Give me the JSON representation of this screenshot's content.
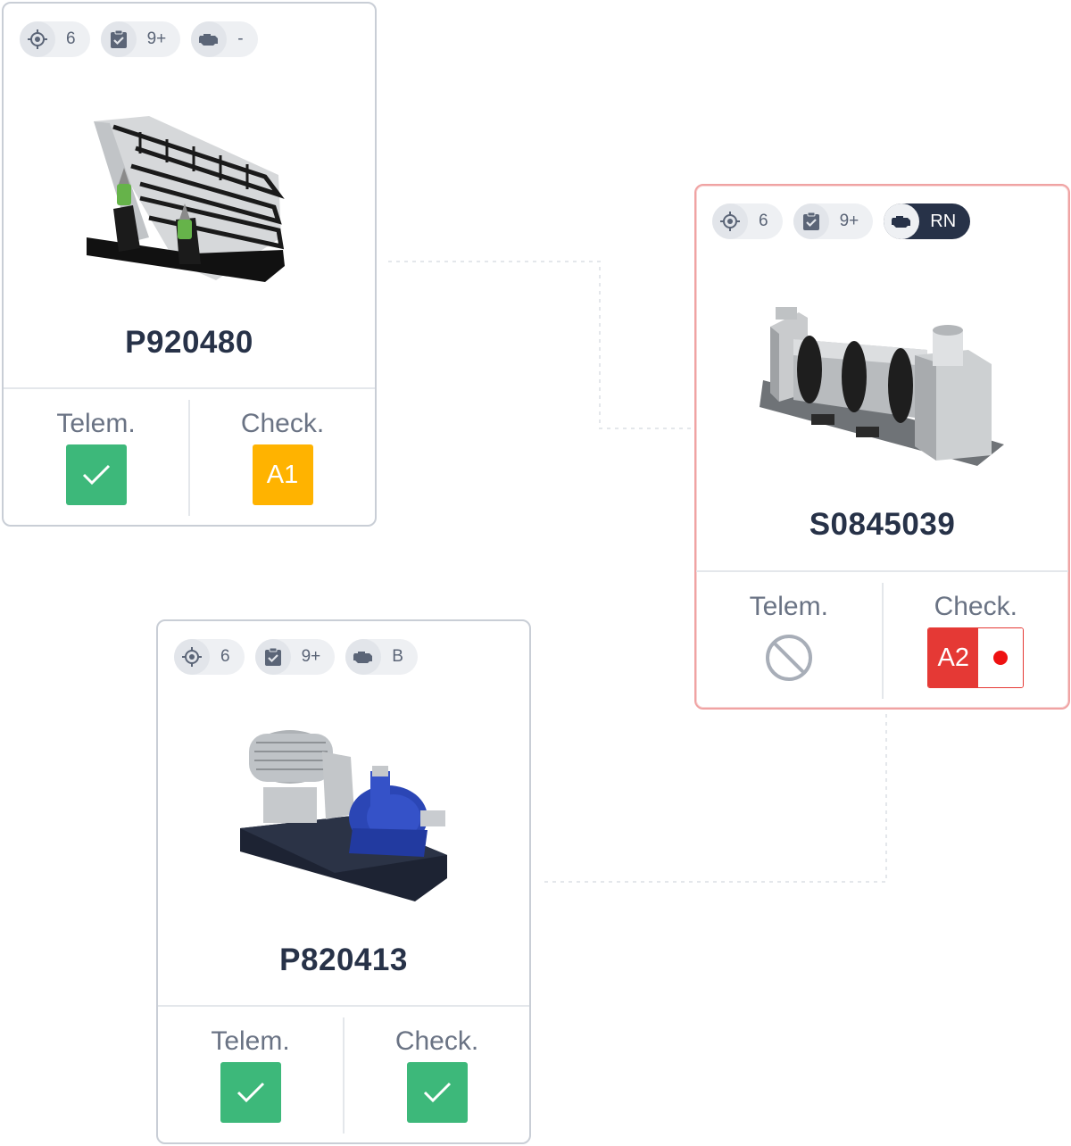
{
  "cards": [
    {
      "code": "P920480",
      "chips": [
        {
          "icon": "target-icon",
          "value": "6"
        },
        {
          "icon": "clipboard-check-icon",
          "value": "9+"
        },
        {
          "icon": "engine-icon",
          "value": "-"
        }
      ],
      "telemetry": {
        "label": "Telem.",
        "status": "ok"
      },
      "check": {
        "label": "Check.",
        "status": "warn",
        "value": "A1"
      },
      "accent": "#ffb300"
    },
    {
      "code": "S0845039",
      "chips": [
        {
          "icon": "target-icon",
          "value": "6"
        },
        {
          "icon": "clipboard-check-icon",
          "value": "9+"
        },
        {
          "icon": "engine-icon",
          "value": "RN"
        }
      ],
      "telemetry": {
        "label": "Telem.",
        "status": "disabled"
      },
      "check": {
        "label": "Check.",
        "status": "alert",
        "value": "A2"
      },
      "accent": "#e53935"
    },
    {
      "code": "P820413",
      "chips": [
        {
          "icon": "target-icon",
          "value": "6"
        },
        {
          "icon": "clipboard-check-icon",
          "value": "9+"
        },
        {
          "icon": "engine-icon",
          "value": "B"
        }
      ],
      "telemetry": {
        "label": "Telem.",
        "status": "ok"
      },
      "check": {
        "label": "Check.",
        "status": "ok"
      },
      "accent": "#3db87a"
    }
  ],
  "colors": {
    "ok": "#3db87a",
    "warn": "#ffb300",
    "alert": "#e53935",
    "text_dark": "#273248"
  }
}
